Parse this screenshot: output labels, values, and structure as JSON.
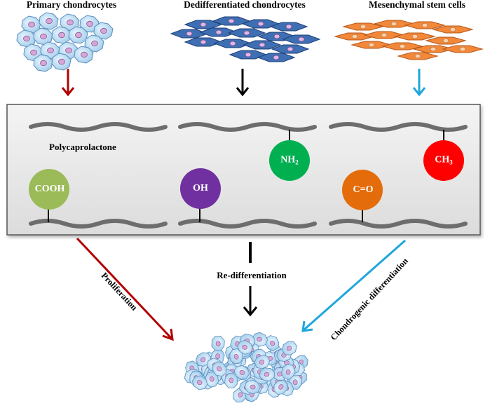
{
  "sources": [
    {
      "label": "Primary chondrocytes",
      "color": "#b30000"
    },
    {
      "label": "Dedifferentiated chondrocytes",
      "color": "#000000"
    },
    {
      "label": "Mesenchymal stem cells",
      "color": "#1fa6dd"
    }
  ],
  "scaffold": {
    "polymer_label": "Polycaprolactone",
    "groups": [
      {
        "main": "COOH",
        "sub": "",
        "color": "#9bbb59"
      },
      {
        "main": "OH",
        "sub": "",
        "color": "#7030a0"
      },
      {
        "main": "NH",
        "sub": "2",
        "color": "#00b050"
      },
      {
        "main": "C=O",
        "sub": "",
        "color": "#e46c0a"
      },
      {
        "main": "CH",
        "sub": "3",
        "color": "#ff0000"
      }
    ]
  },
  "outcomes": {
    "left": "Proliferation",
    "center": "Re-differentiation",
    "right": "Chondrogenic differentiation"
  }
}
